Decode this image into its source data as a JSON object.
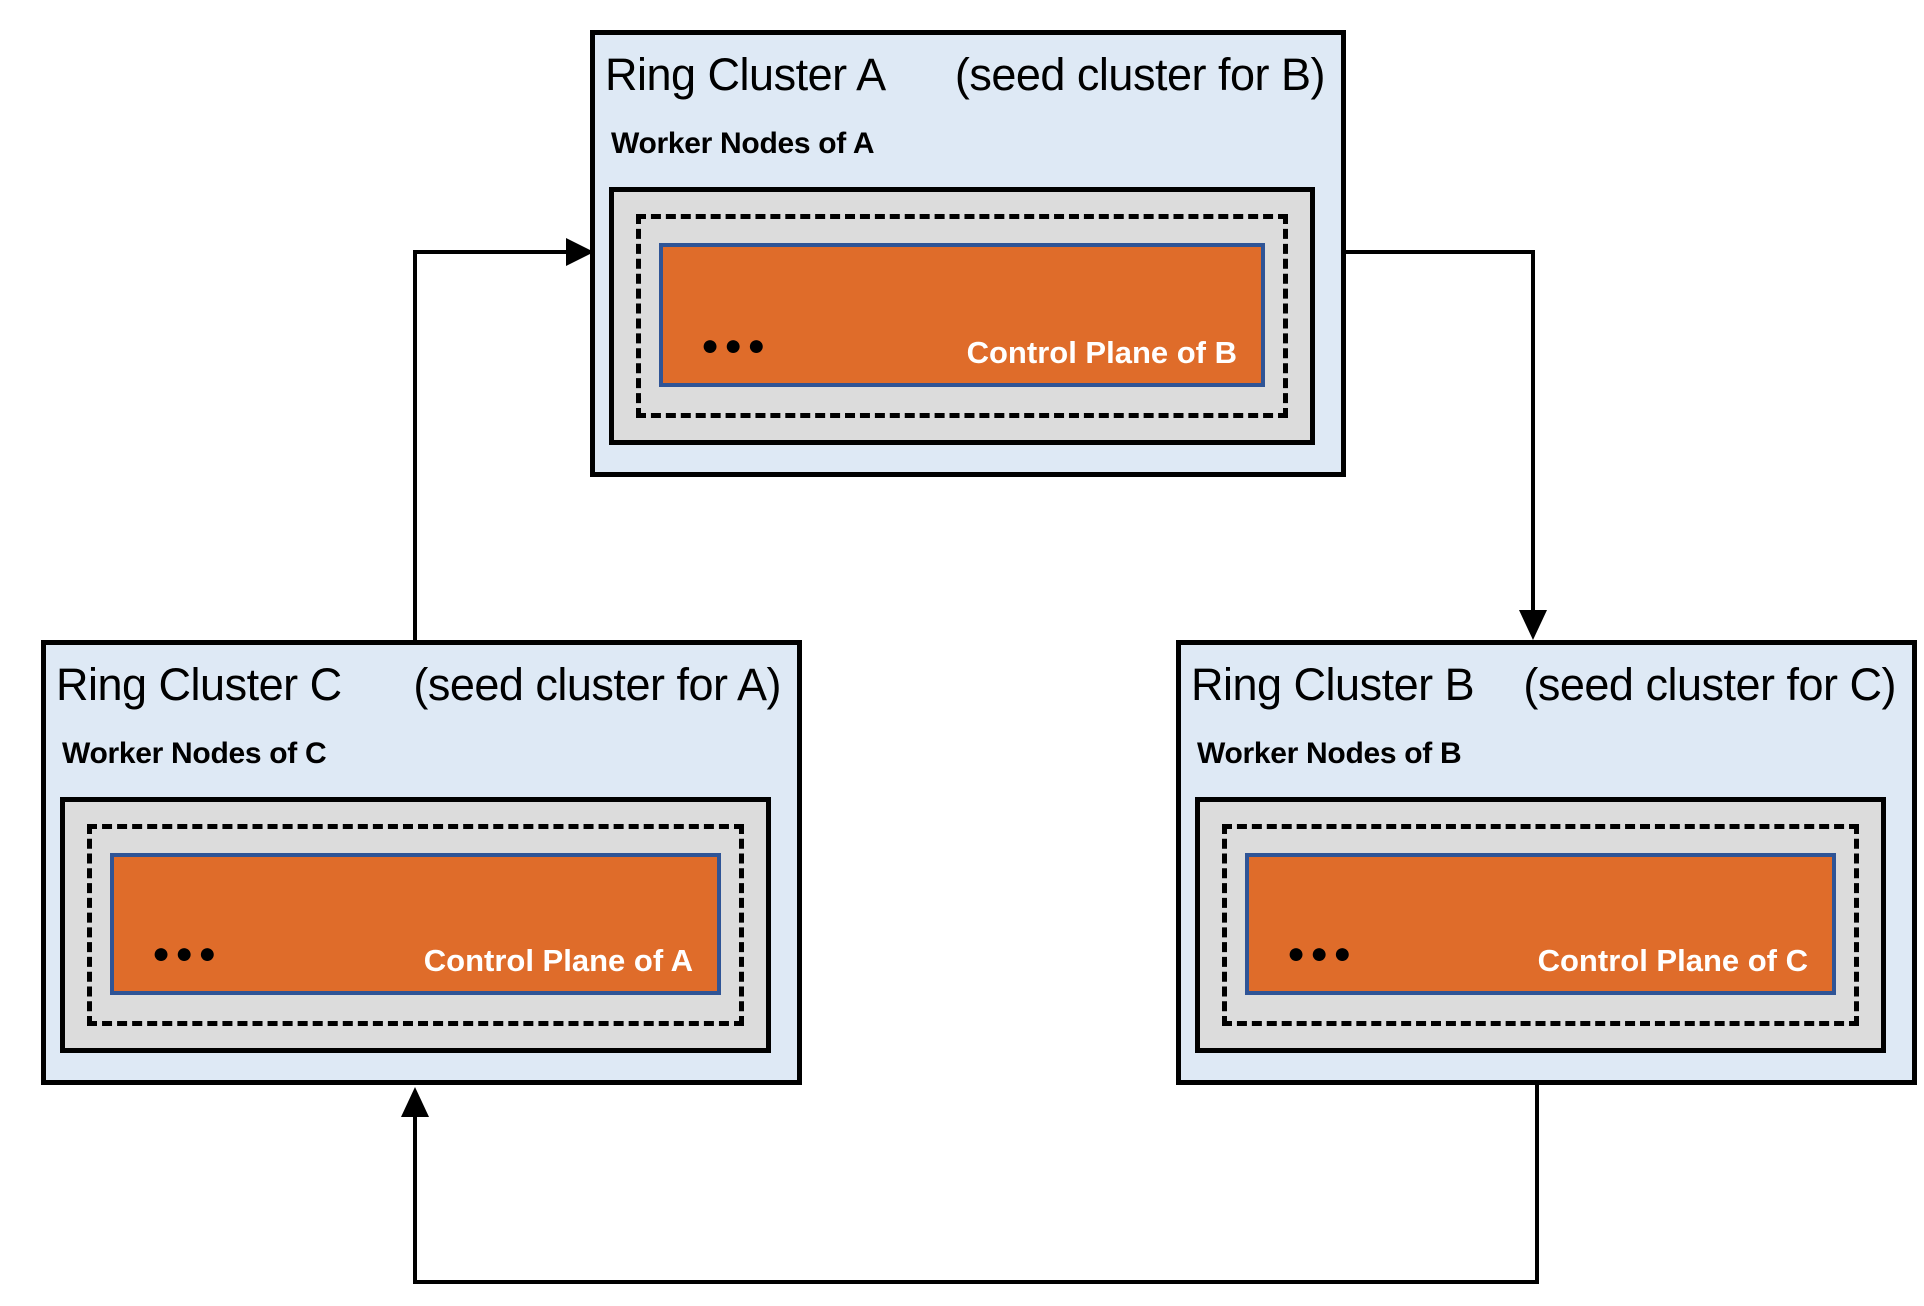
{
  "clusters": [
    {
      "id": "A",
      "title": "Ring Cluster A",
      "seed_note": "(seed cluster for B)",
      "worker_label": "Worker Nodes of A",
      "dots": "●●●",
      "control_plane_label": "Control Plane of B"
    },
    {
      "id": "B",
      "title": "Ring Cluster B",
      "seed_note": "(seed cluster for C)",
      "worker_label": "Worker Nodes of B",
      "dots": "●●●",
      "control_plane_label": "Control Plane of C"
    },
    {
      "id": "C",
      "title": "Ring Cluster C",
      "seed_note": "(seed cluster for A)",
      "worker_label": "Worker Nodes of C",
      "dots": "●●●",
      "control_plane_label": "Control Plane of A"
    }
  ],
  "colors": {
    "cluster_bg": "#DEE9F5",
    "node_bg": "#DCDCDC",
    "control_plane_bg": "#DF6C2A",
    "control_plane_border": "#2F5496",
    "line_color": "#000000",
    "text_color": "#000000",
    "control_plane_text": "#FFFFFF"
  }
}
